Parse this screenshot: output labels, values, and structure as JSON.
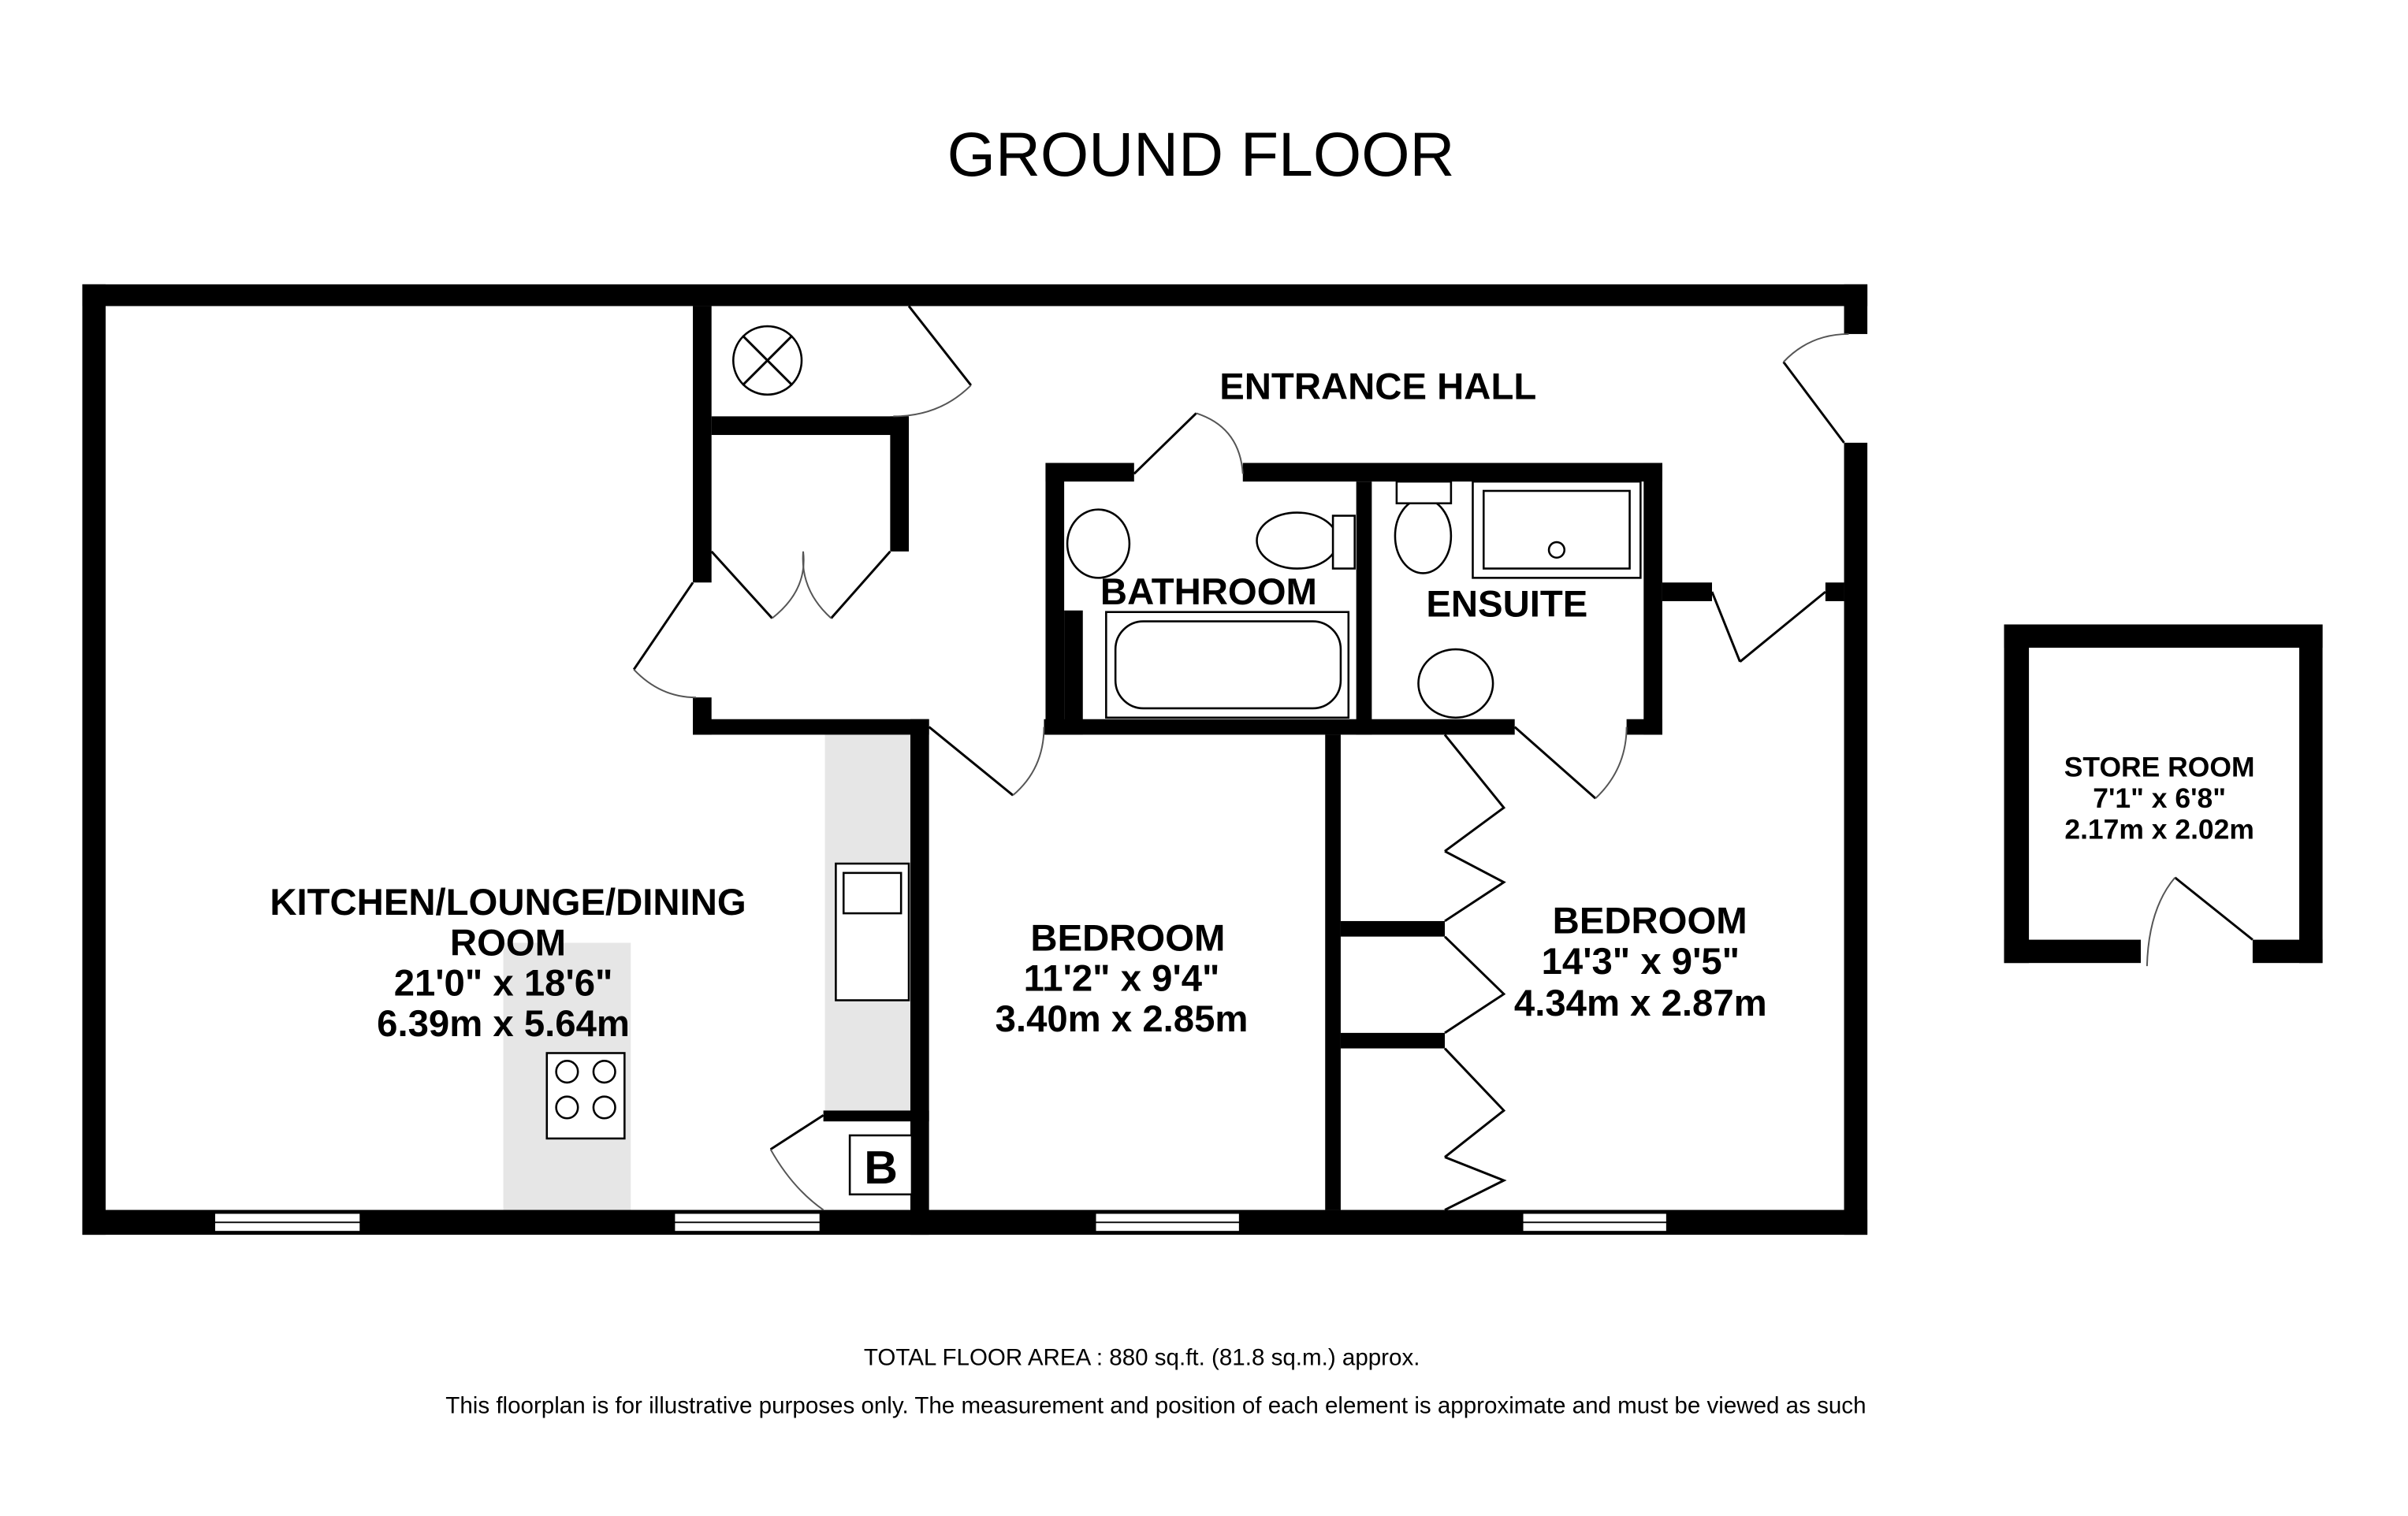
{
  "title": "GROUND FLOOR",
  "rooms": {
    "entrance_hall": {
      "name": "ENTRANCE HALL"
    },
    "bathroom": {
      "name": "BATHROOM"
    },
    "ensuite": {
      "name": "ENSUITE"
    },
    "kitchen": {
      "name_line1": "KITCHEN/LOUNGE/DINING",
      "name_line2": "ROOM",
      "imperial": "21'0\"  x 18'6\"",
      "metric": "6.39m  x 5.64m"
    },
    "bedroom1": {
      "name": "BEDROOM",
      "imperial": "11'2\"  x 9'4\"",
      "metric": "3.40m  x 2.85m"
    },
    "bedroom2": {
      "name": "BEDROOM",
      "imperial": "14'3\"  x 9'5\"",
      "metric": "4.34m  x 2.87m"
    },
    "store_room": {
      "name": "STORE ROOM",
      "imperial": "7'1\"  x 6'8\"",
      "metric": "2.17m  x 2.02m"
    },
    "boiler": {
      "label": "B"
    }
  },
  "footer": {
    "total_area": "TOTAL FLOOR AREA : 880 sq.ft. (81.8 sq.m.) approx.",
    "disclaimer": "This floorplan is for illustrative purposes only. The measurement and position of each element is approximate and must be viewed as such"
  }
}
